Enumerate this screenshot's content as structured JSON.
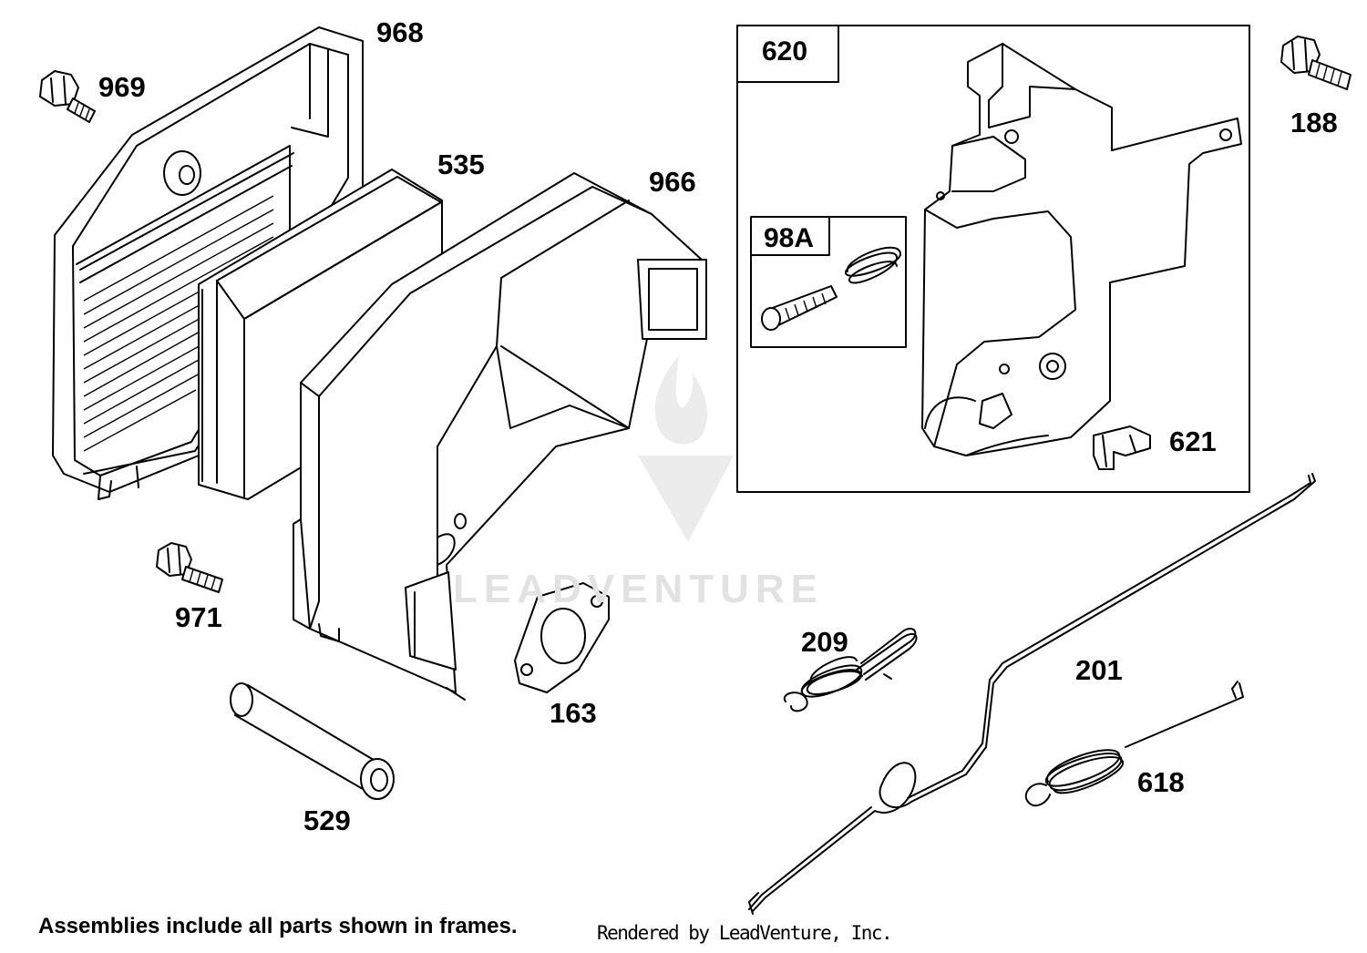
{
  "parts": {
    "p968": "968",
    "p969": "969",
    "p535": "535",
    "p966": "966",
    "p971": "971",
    "p163": "163",
    "p529": "529",
    "p620": "620",
    "p98a": "98A",
    "p621": "621",
    "p188": "188",
    "p209": "209",
    "p201": "201",
    "p618": "618"
  },
  "watermark": "LEADVENTURE",
  "footer": {
    "note": "Assemblies include all parts shown in frames.",
    "credit": "Rendered by LeadVenture, Inc."
  },
  "colors": {
    "line": "#000000",
    "background": "#ffffff",
    "watermark": "#e2e2e2"
  }
}
